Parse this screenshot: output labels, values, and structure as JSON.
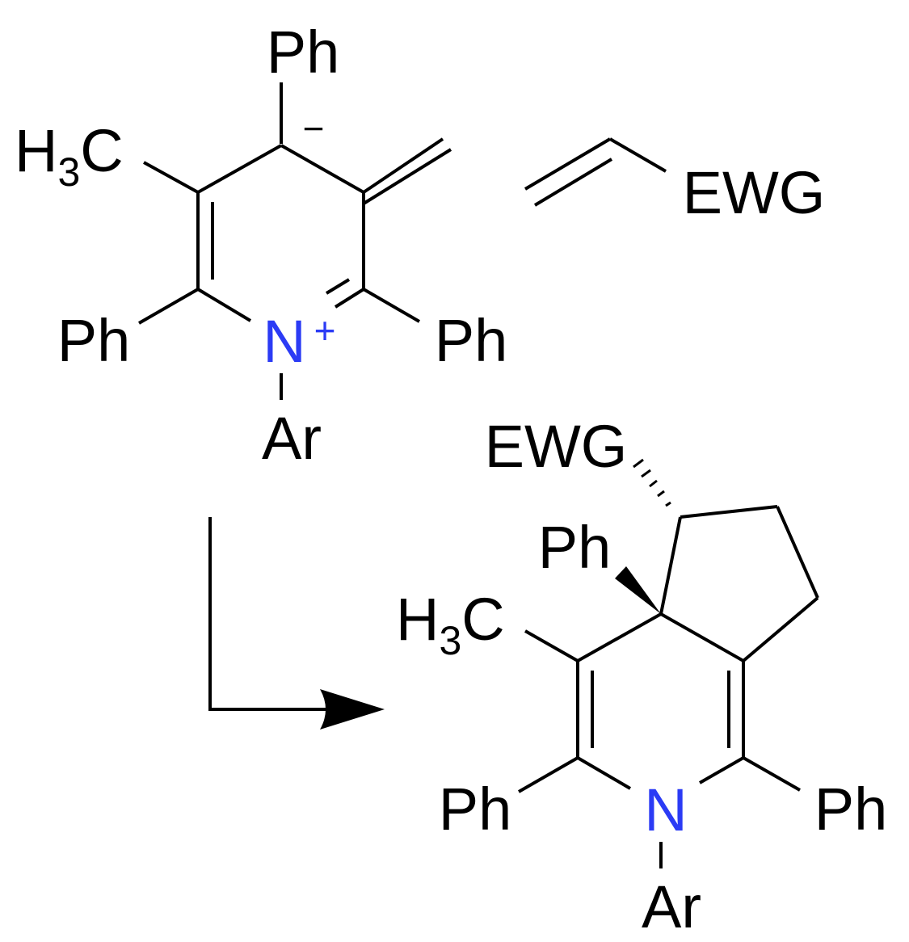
{
  "colors": {
    "bond": "#000000",
    "nitrogen": "#2b3bf5",
    "background": "#ffffff"
  },
  "reactant": {
    "top_substituent": "Ph",
    "methyl": {
      "main": "H",
      "subscript": "3",
      "tail": "C"
    },
    "anion_charge": "−",
    "left_substituent": "Ph",
    "right_substituent": "Ph",
    "nitrogen": "N",
    "cation_charge": "+",
    "n_substituent": "Ar"
  },
  "alkene": {
    "group": "EWG"
  },
  "arrow": {
    "type": "bent-reaction-arrow"
  },
  "product": {
    "ewg": "EWG",
    "ring_fusion_substituent": "Ph",
    "methyl": {
      "main": "H",
      "subscript": "3",
      "tail": "C"
    },
    "left_substituent": "Ph",
    "right_substituent": "Ph",
    "nitrogen": "N",
    "n_substituent": "Ar"
  }
}
